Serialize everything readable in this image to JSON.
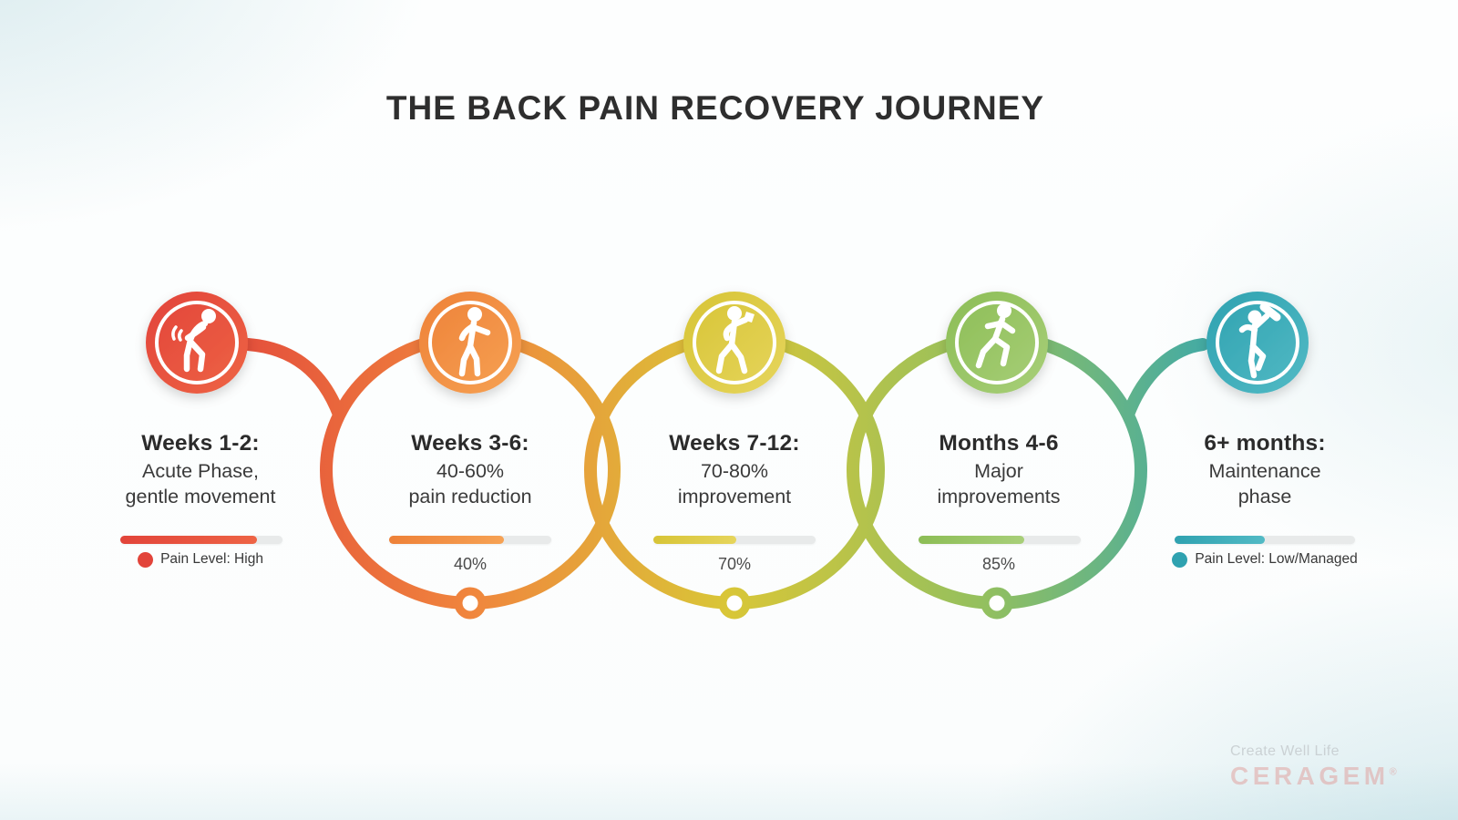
{
  "title": "THE BACK PAIN RECOVERY JOURNEY",
  "path_gradient": [
    "#e2453b",
    "#f0863d",
    "#d9c637",
    "#94c05e",
    "#31a6b4"
  ],
  "stages": [
    {
      "heading": "Weeks 1-2:",
      "lines": [
        "Acute Phase,",
        "gentle movement"
      ],
      "icon": "back-pain-person-icon",
      "color_main": "#e2443a",
      "color_light": "#ee6445",
      "bar": {
        "percent": 84
      },
      "legend": "Pain Level: High"
    },
    {
      "heading": "Weeks 3-6:",
      "lines": [
        "40-60%",
        "pain reduction"
      ],
      "icon": "gentle-walk-person-icon",
      "color_main": "#ee8138",
      "color_light": "#f6a254",
      "bar": {
        "percent": 71
      },
      "caption": "40%"
    },
    {
      "heading": "Weeks 7-12:",
      "lines": [
        "70-80%",
        "improvement"
      ],
      "icon": "active-walk-person-icon",
      "color_main": "#d7c436",
      "color_light": "#e6d55c",
      "bar": {
        "percent": 51
      },
      "caption": "70%"
    },
    {
      "heading": "Months 4-6",
      "lines": [
        "Major",
        "improvements"
      ],
      "icon": "running-person-icon",
      "color_main": "#8cbd55",
      "color_light": "#a8cf79",
      "bar": {
        "percent": 65
      },
      "caption": "85%"
    },
    {
      "heading": "6+ months:",
      "lines": [
        "Maintenance",
        "phase"
      ],
      "icon": "strength-person-icon",
      "color_main": "#2fa2b0",
      "color_light": "#52bac5",
      "bar": {
        "percent": 50
      },
      "legend": "Pain Level: Low/Managed"
    }
  ],
  "brand": {
    "tagline": "Create Well Life",
    "name": "CERAGEM",
    "registered": "®"
  }
}
